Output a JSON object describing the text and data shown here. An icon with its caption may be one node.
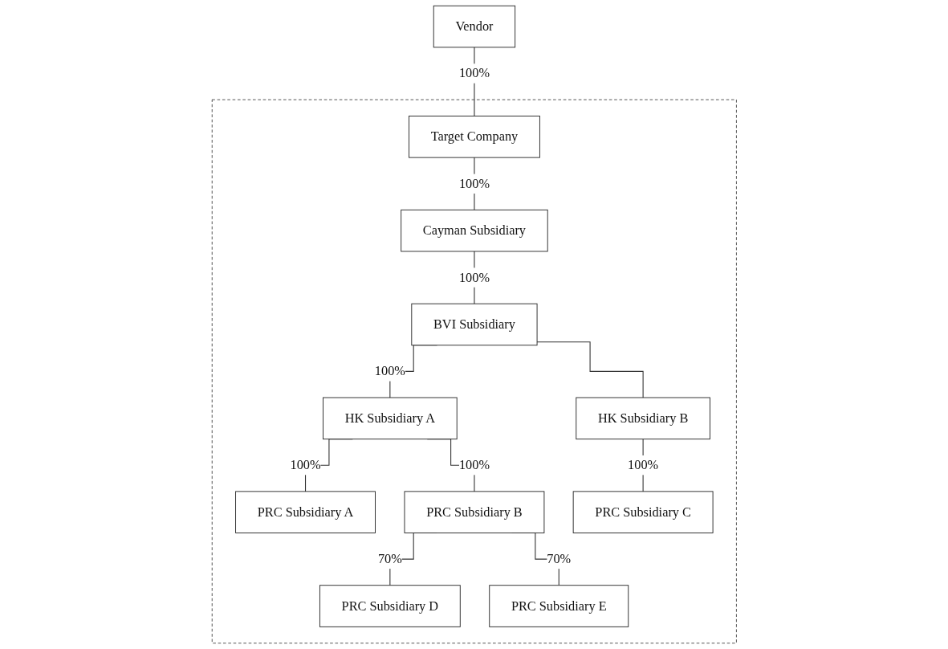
{
  "diagram": {
    "nodes": [
      {
        "text": [
          "Vendor"
        ]
      },
      {
        "text": [],
        "shape": "box"
      },
      {
        "text": [
          "Target Company"
        ],
        "in": 1
      },
      {
        "text": [
          "Cayman Subsidiary"
        ],
        "in": 1
      },
      {
        "text": [
          "BVI Subsidiary"
        ],
        "in": 1
      },
      {
        "text": [
          "HK Subsidiary A"
        ],
        "in": 1
      },
      {
        "text": [
          "HK Subsidiary B"
        ],
        "in": 1
      },
      {
        "text": [
          "PRC Subsidiary A"
        ],
        "in": 1
      },
      {
        "text": [
          "PRC Subsidiary B"
        ],
        "in": 1
      },
      {
        "text": [
          "PRC Subsidiary C"
        ],
        "in": 1
      },
      {
        "text": [
          "PRC Subsidiary D"
        ],
        "in": 1
      },
      {
        "text": [
          "PRC Subsidiary E"
        ],
        "in": 1
      }
    ],
    "edges": [
      {
        "from": 0,
        "to": 2,
        "arrow": "none",
        "label": "100%"
      },
      {
        "from": 2,
        "to": 3,
        "arrow": "none",
        "label": "100%"
      },
      {
        "from": 3,
        "to": 4,
        "arrow": "none",
        "label": "100%"
      },
      {
        "from": 4,
        "to": 5,
        "arrow": "none",
        "label": "100%"
      },
      {
        "from": 4,
        "to": 6,
        "arrow": "none"
      },
      {
        "from": 5,
        "to": 7,
        "arrow": "none",
        "label": "100%"
      },
      {
        "from": 5,
        "to": 8,
        "arrow": "none",
        "label": "100%"
      },
      {
        "from": 6,
        "to": 9,
        "arrow": "none",
        "label": "100%"
      },
      {
        "from": 8,
        "to": 10,
        "arrow": "none",
        "label": "70%"
      },
      {
        "from": 8,
        "to": 11,
        "arrow": "none",
        "label": "70%"
      }
    ]
  }
}
